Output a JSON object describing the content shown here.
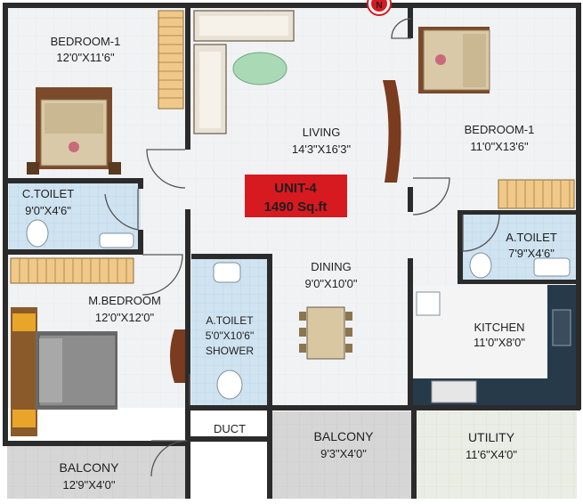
{
  "colors": {
    "wall": "#2b2b2b",
    "floor": "#eef0f2",
    "tile": "#cfe3f0",
    "balcony": "#d9d9d9",
    "utility": "#e8ece4",
    "accent": "#d71920",
    "wood": "#7a3b1e"
  },
  "unit": {
    "name": "UNIT-4",
    "area": "1490 Sq.ft"
  },
  "compass": {
    "letter": "N"
  },
  "rooms": {
    "bedroom_top_left": {
      "name": "BEDROOM-1",
      "size": "12'0\"X11'6\""
    },
    "living": {
      "name": "LIVING",
      "size": "14'3\"X16'3\""
    },
    "bedroom_top_right": {
      "name": "BEDROOM-1",
      "size": "11'0\"X13'6\""
    },
    "c_toilet": {
      "name": "C.TOILET",
      "size": "9'0\"X4'6\""
    },
    "a_toilet_right": {
      "name": "A.TOILET",
      "size": "7'9\"X4'6\""
    },
    "m_bedroom": {
      "name": "M.BEDROOM",
      "size": "12'0\"X12'0\""
    },
    "dining": {
      "name": "DINING",
      "size": "9'0\"X10'0\""
    },
    "a_toilet_shower": {
      "name": "A.TOILET",
      "size": "5'0\"X10'6\"",
      "extra": "SHOWER"
    },
    "kitchen": {
      "name": "KITCHEN",
      "size": "11'0\"X8'0\""
    },
    "duct": {
      "name": "DUCT"
    },
    "balcony_left": {
      "name": "BALCONY",
      "size": "12'9\"X4'0\""
    },
    "balcony_mid": {
      "name": "BALCONY",
      "size": "9'3\"X4'0\""
    },
    "utility": {
      "name": "UTILITY",
      "size": "11'6\"X4'0\""
    }
  }
}
